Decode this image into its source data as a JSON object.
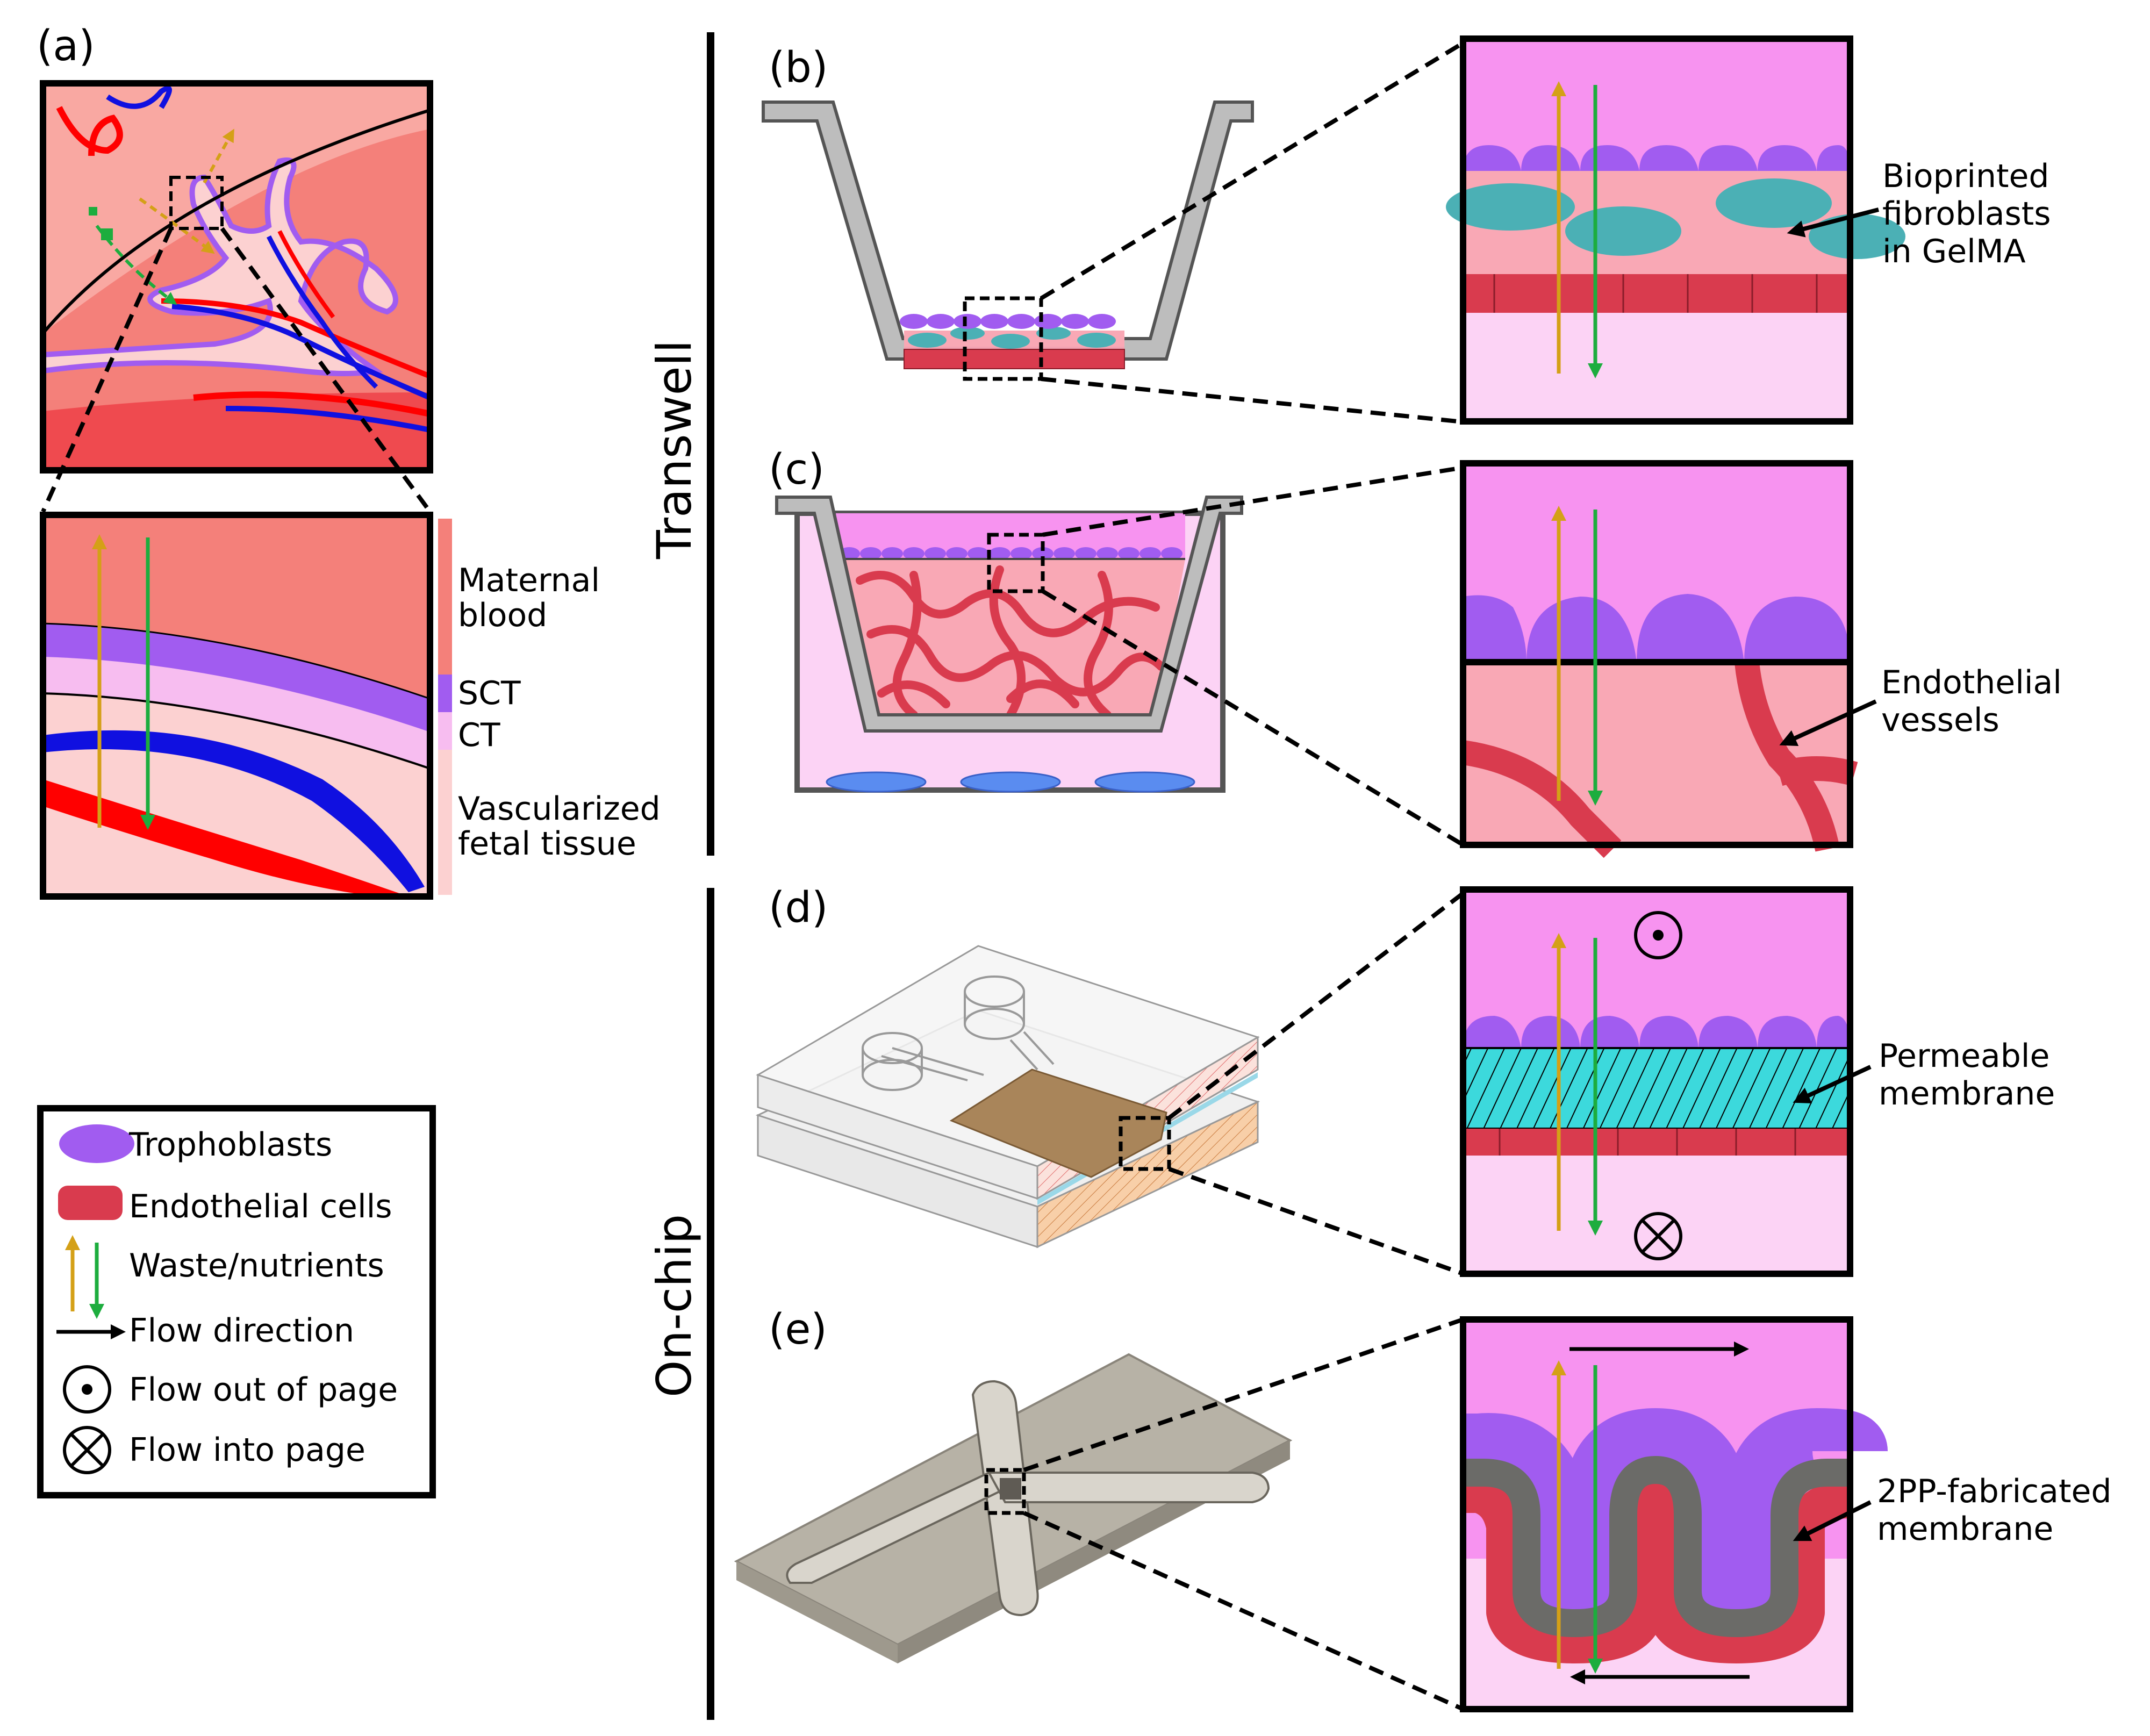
{
  "panel_labels": {
    "a": "(a)",
    "b": "(b)",
    "c": "(c)",
    "d": "(d)",
    "e": "(e)"
  },
  "section_labels": {
    "transwell": "Transwell",
    "onchip": "On-chip"
  },
  "layer_legend": {
    "maternal_blood_line1": "Maternal",
    "maternal_blood_line2": "blood",
    "sct": "SCT",
    "ct": "CT",
    "fetal_line1": "Vascularized",
    "fetal_line2": "fetal tissue"
  },
  "callouts": {
    "b_line1": "Bioprinted",
    "b_line2": "fibroblasts",
    "b_line3": "in GelMA",
    "c_line1": "Endothelial",
    "c_line2": "vessels",
    "d_line1": "Permeable",
    "d_line2": "membrane",
    "e_line1": "2PP-fabricated",
    "e_line2": "membrane"
  },
  "legend": {
    "trophoblasts": "Trophoblasts",
    "endothelial": "Endothelial cells",
    "waste": "Waste/nutrients",
    "flow_direction": "Flow direction",
    "flow_out": "Flow out of page",
    "flow_into": "Flow into page"
  },
  "colors": {
    "maternal_blood": "#f4807a",
    "sct": "#a15cf0",
    "ct": "#f7bdf0",
    "fetal_tissue": "#fcd1d1",
    "media_top": "#f793f0",
    "media_bottom": "#fcd3f5",
    "endothelial": "#d93b4e",
    "fibroblast": "#4bb0b5",
    "membrane_cyan": "#3cd9dc",
    "membrane_grey": "#6b6b68",
    "gold_arrow": "#d4a017",
    "green_arrow": "#1dad3e",
    "vessel_red": "#ff0000",
    "vessel_blue": "#1010e0"
  }
}
